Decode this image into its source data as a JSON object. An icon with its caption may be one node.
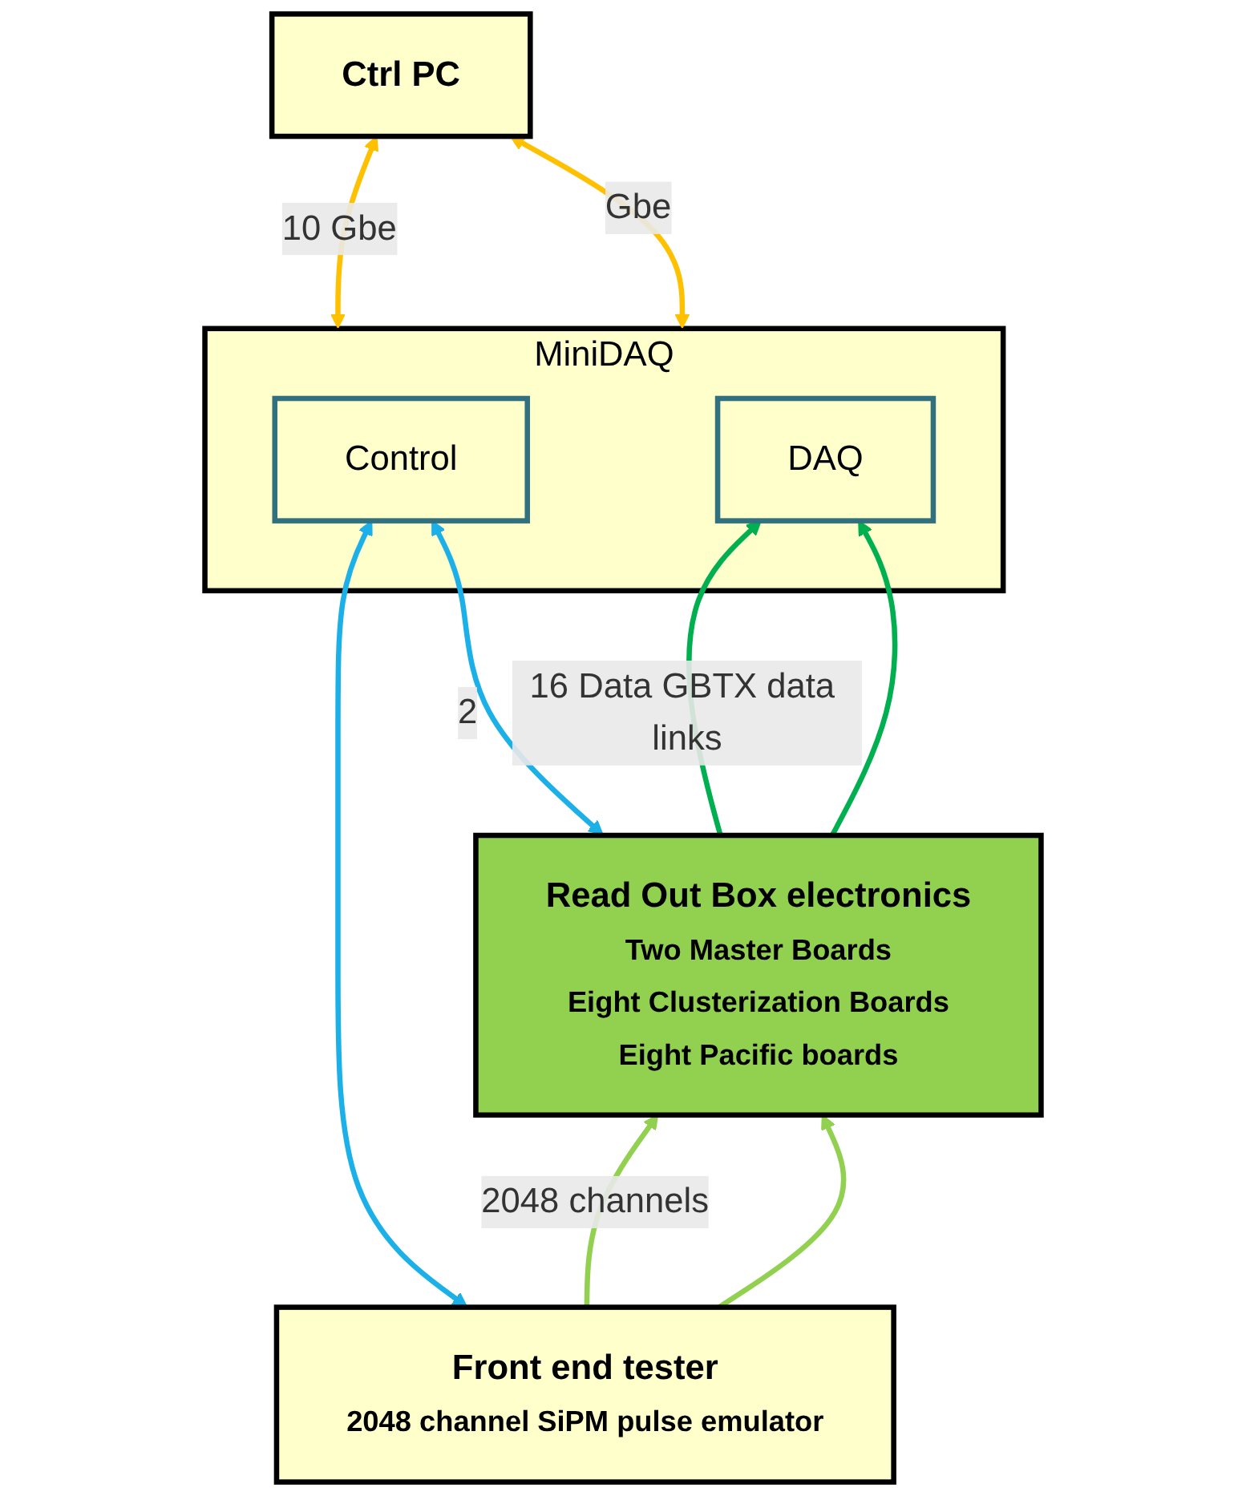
{
  "diagram": {
    "nodes": [
      {
        "text": [
          "MiniDAQ"
        ]
      },
      {
        "text": [
          "Control"
        ],
        "in": 0
      },
      {
        "text": [
          "DAQ"
        ],
        "in": 0
      },
      {
        "text": [
          "Ctrl PC"
        ]
      },
      {
        "text": [
          "Read Out Box electronics",
          "Two Master Boards",
          "Eight Clusterization Boards",
          "Eight Pacific boards"
        ]
      },
      {
        "text": [
          "Front end tester",
          "2048 channel SiPM pulse emulator"
        ]
      }
    ],
    "edges": [
      {
        "from": 0,
        "to": 3,
        "arrow": "both",
        "label": "10 Gbe",
        "color": "#ffc000"
      },
      {
        "from": 0,
        "to": 3,
        "arrow": "both",
        "label": "Gbe",
        "color": "#ffc000"
      },
      {
        "from": 1,
        "to": 5,
        "arrow": "both",
        "color": "#1cb0e8"
      },
      {
        "from": 1,
        "to": 4,
        "arrow": "both",
        "label": "2",
        "color": "#1cb0e8"
      },
      {
        "from": 4,
        "to": 2,
        "arrow": "to",
        "label": "16 Data GBTX data links",
        "color": "#00b050"
      },
      {
        "from": 4,
        "to": 2,
        "arrow": "to",
        "color": "#00b050"
      },
      {
        "from": 5,
        "to": 4,
        "arrow": "to",
        "label": "2048 channels",
        "color": "#92d050"
      },
      {
        "from": 5,
        "to": 4,
        "arrow": "to",
        "color": "#92d050"
      }
    ]
  }
}
